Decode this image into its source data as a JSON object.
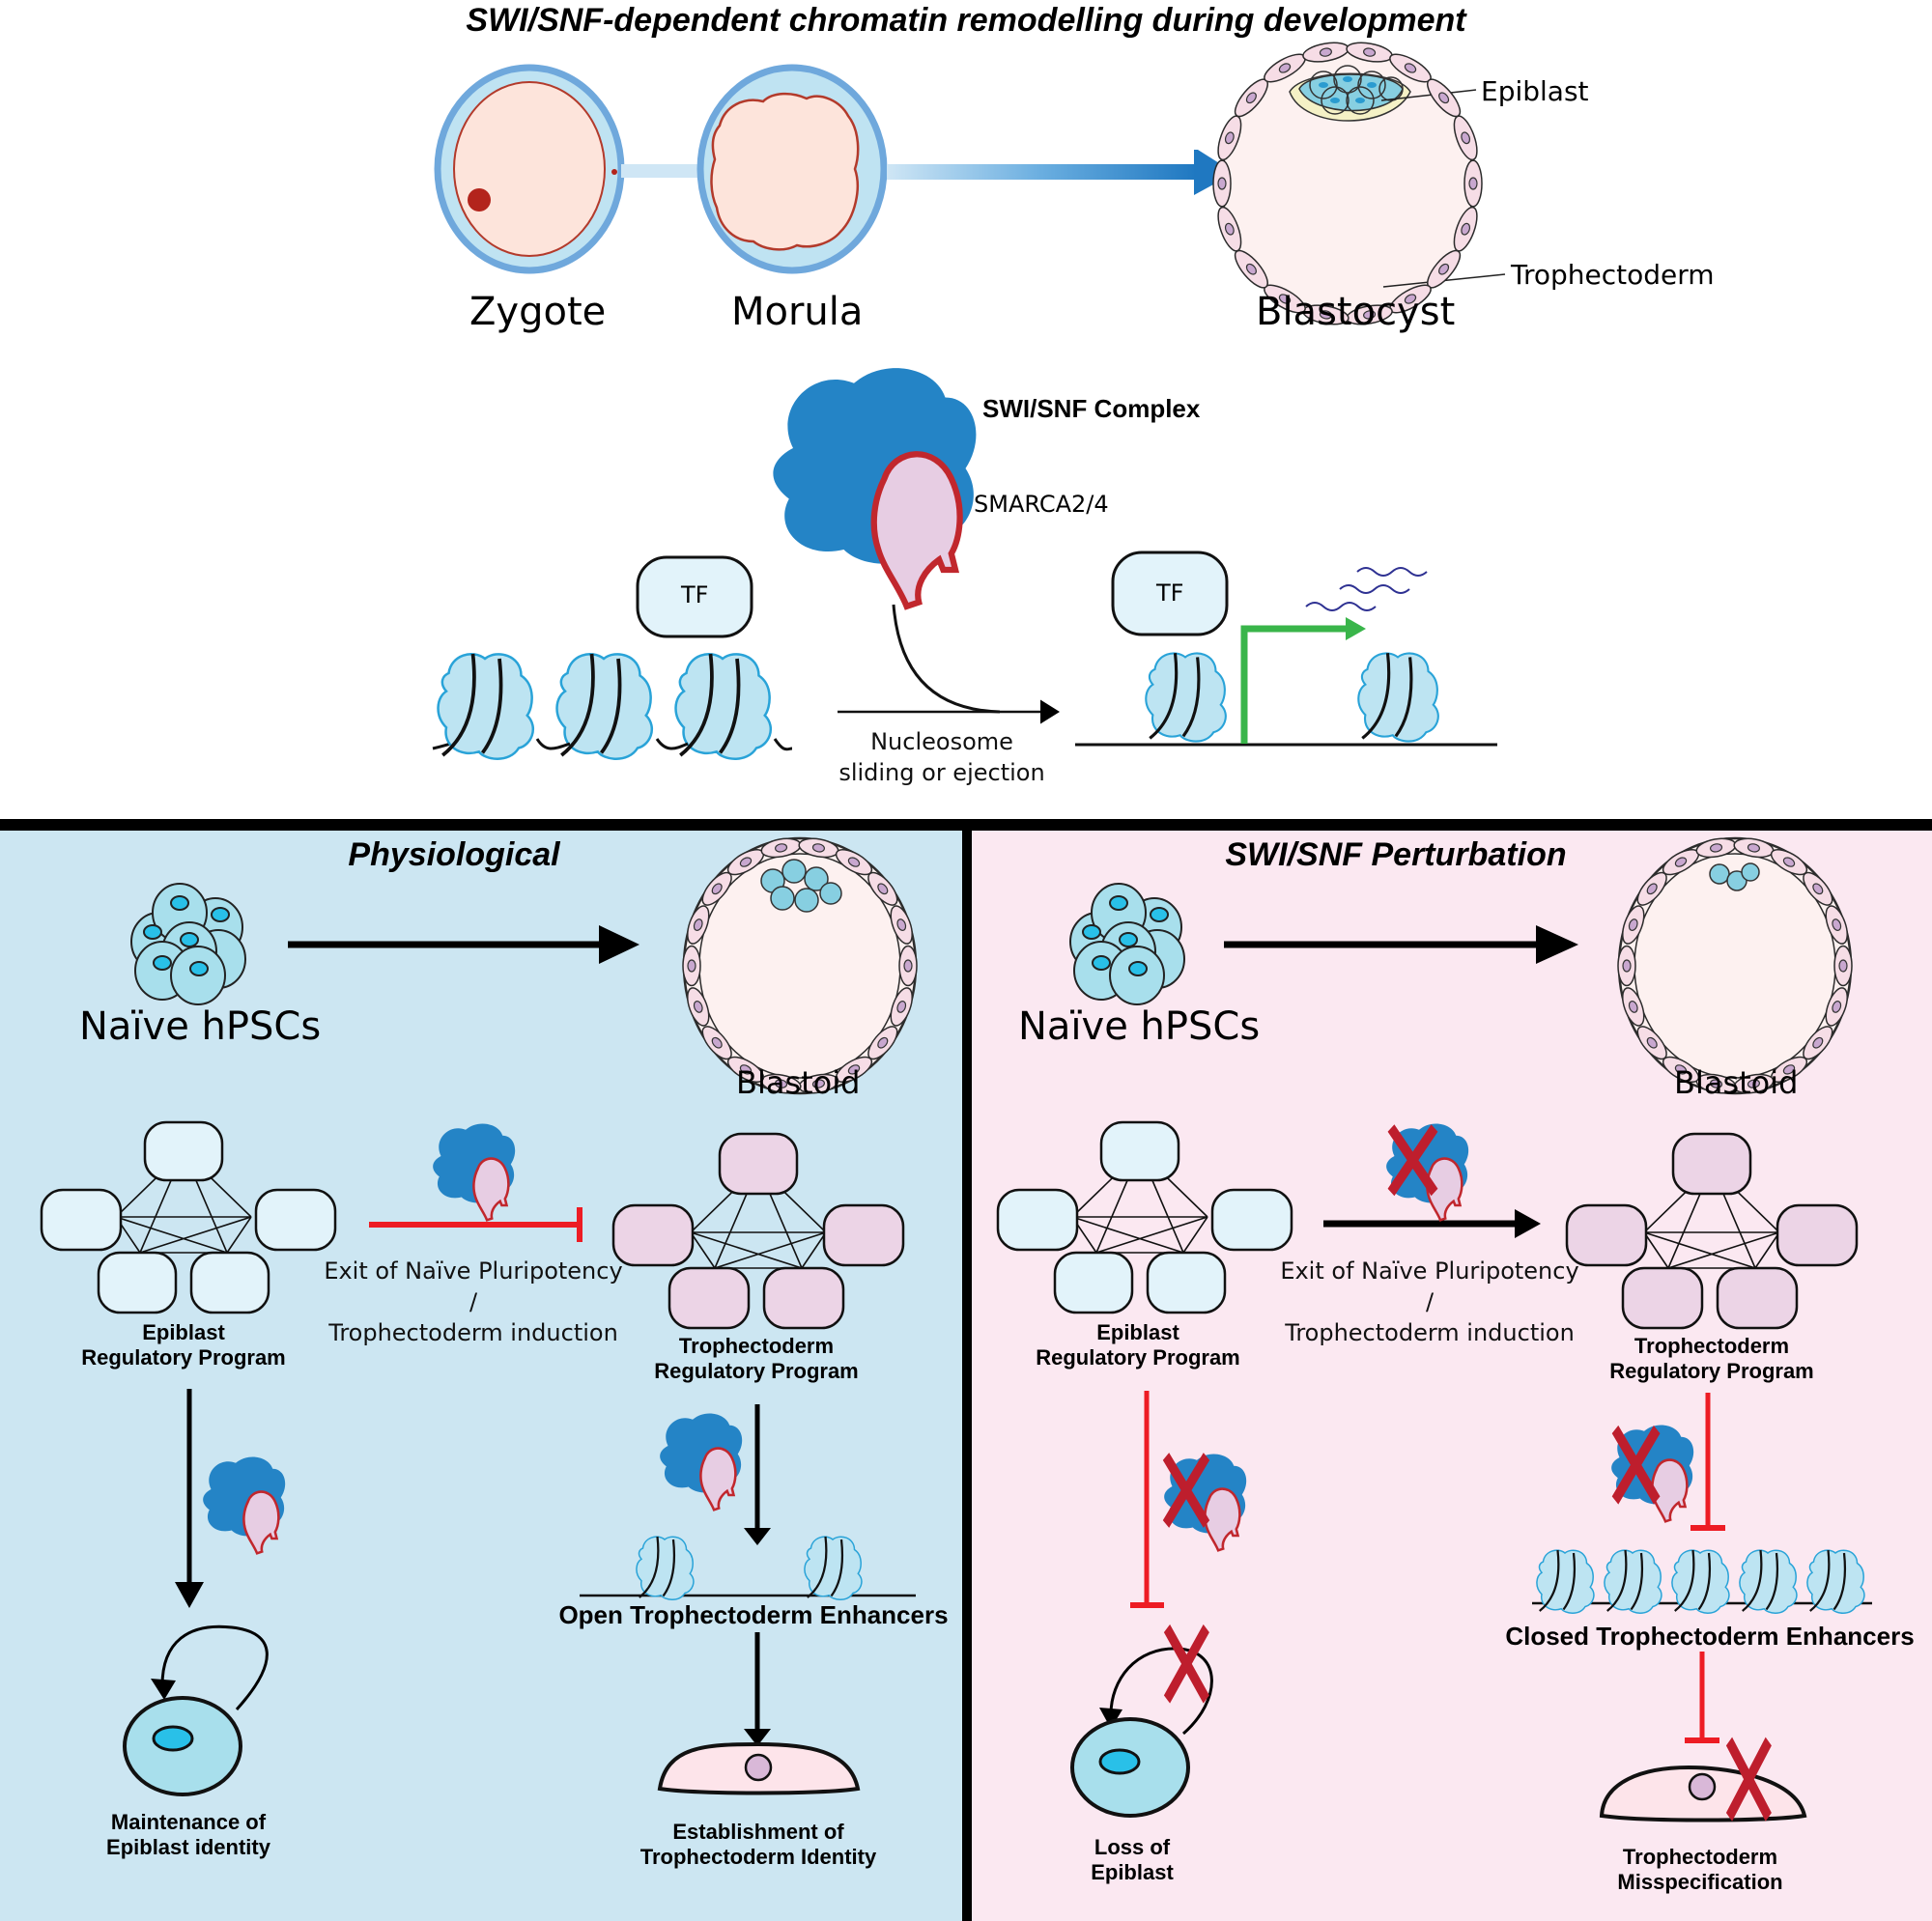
{
  "title": "SWI/SNF-dependent chromatin remodelling during development",
  "top": {
    "stages": [
      "Zygote",
      "Morula",
      "Blastocyst"
    ],
    "blastocyst_labels": {
      "epiblast": "Epiblast",
      "trophectoderm": "Trophectoderm"
    },
    "complex_label": "SWI/SNF Complex",
    "subunit_label": "SMARCA2/4",
    "tf_label": "TF",
    "process_label_line1": "Nucleosome",
    "process_label_line2": "sliding or ejection"
  },
  "colors": {
    "physiological_bg": "#cce6f2",
    "perturbation_bg": "#fbe8f1",
    "complex_blue": "#2484c6",
    "subunit_pink": "#e7cde3",
    "subunit_outline": "#c1272d",
    "inhibit_red": "#ed1c24",
    "cross_red": "#be1e2d",
    "promoter_green": "#39b54a",
    "nucleosome": "#bde4f2"
  },
  "physiological": {
    "title": "Physiological",
    "source_label": "Naïve hPSCs",
    "target_label": "Blastoid",
    "epiblast_program": [
      "Epiblast",
      "Regulatory Program"
    ],
    "troph_program": [
      "Trophectoderm",
      "Regulatory Program"
    ],
    "transition_label": [
      "Exit of Naïve Pluripotency /",
      "Trophectoderm induction"
    ],
    "enhancers_label": "Open Trophectoderm Enhancers",
    "epiblast_outcome": [
      "Maintenance of",
      "Epiblast identity"
    ],
    "troph_outcome": [
      "Establishment of",
      "Trophectoderm Identity"
    ]
  },
  "perturbation": {
    "title": "SWI/SNF Perturbation",
    "source_label": "Naïve hPSCs",
    "target_label": "Blastoid",
    "epiblast_program": [
      "Epiblast",
      "Regulatory Program"
    ],
    "troph_program": [
      "Trophectoderm",
      "Regulatory Program"
    ],
    "transition_label": [
      "Exit of Naïve Pluripotency /",
      "Trophectoderm induction"
    ],
    "enhancers_label": "Closed Trophectoderm Enhancers",
    "epiblast_outcome": [
      "Loss of",
      "Epiblast"
    ],
    "troph_outcome": [
      "Trophectoderm",
      "Misspecification"
    ]
  }
}
